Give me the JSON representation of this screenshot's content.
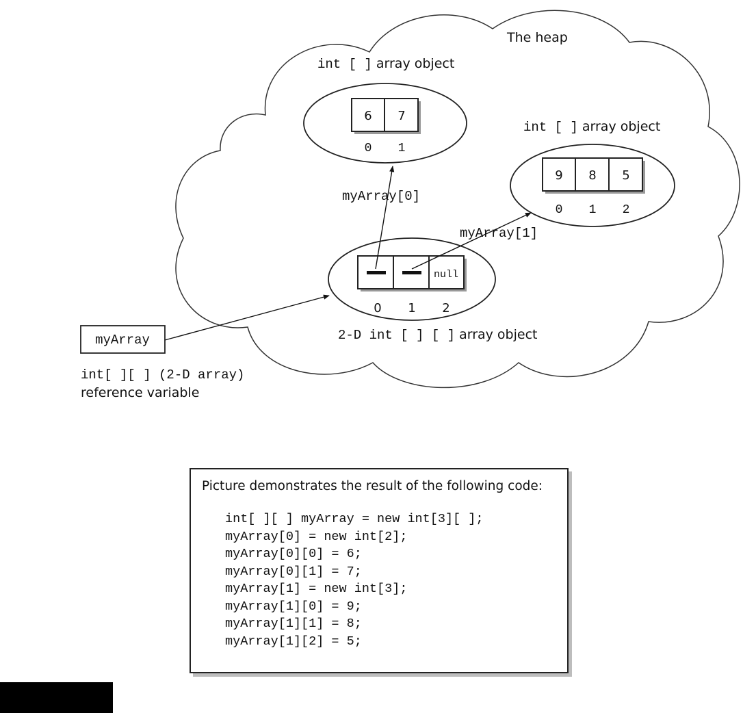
{
  "heap_label": "The heap",
  "array_a": {
    "type_code": "int [ ]",
    "type_text": " array object",
    "values": [
      "6",
      "7"
    ],
    "indices": [
      "0",
      "1"
    ]
  },
  "array_b": {
    "type_code": "int [ ]",
    "type_text": " array object",
    "values": [
      "9",
      "8",
      "5"
    ],
    "indices": [
      "0",
      "1",
      "2"
    ]
  },
  "array_2d": {
    "type_code": "2-D int [ ] [ ]",
    "type_text": " array object",
    "null_label": "null",
    "indices": [
      "0",
      "1",
      "2"
    ]
  },
  "arrow_labels": {
    "elem0": "myArray[0]",
    "elem1": "myArray[1]"
  },
  "variable": {
    "name": "myArray",
    "type_code": "int[ ][ ] (2-D array)",
    "type_text": "reference variable"
  },
  "code_box": {
    "caption": "Picture demonstrates the result of the following code:",
    "lines": [
      "int[ ][ ] myArray = new int[3][ ];",
      "myArray[0] = new int[2];",
      "myArray[0][0] = 6;",
      "myArray[0][1] = 7;",
      "myArray[1] = new int[3];",
      "myArray[1][0] = 9;",
      "myArray[1][1] = 8;",
      "myArray[1][2] = 5;"
    ]
  },
  "colors": {
    "ink": "#111111",
    "box_shadow": "#bdbdbd",
    "cell_shadow": "#999999",
    "black_bar": "#000000"
  }
}
